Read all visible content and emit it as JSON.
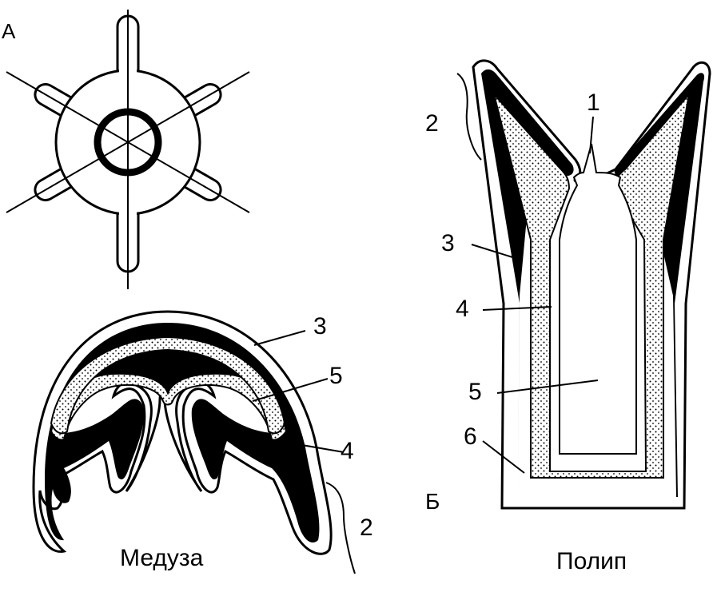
{
  "panels": {
    "a": {
      "letter": "А"
    },
    "b": {
      "letter": "Б"
    }
  },
  "captions": {
    "medusa": "Медуза",
    "polyp": "Полип"
  },
  "medusa_labels": {
    "l3": "3",
    "l5": "5",
    "l4": "4",
    "l2": "2"
  },
  "polyp_labels": {
    "l1": "1",
    "l2": "2",
    "l3": "3",
    "l4": "4",
    "l5": "5",
    "l6": "6"
  },
  "colors": {
    "ink": "#000000",
    "paper": "#ffffff"
  }
}
